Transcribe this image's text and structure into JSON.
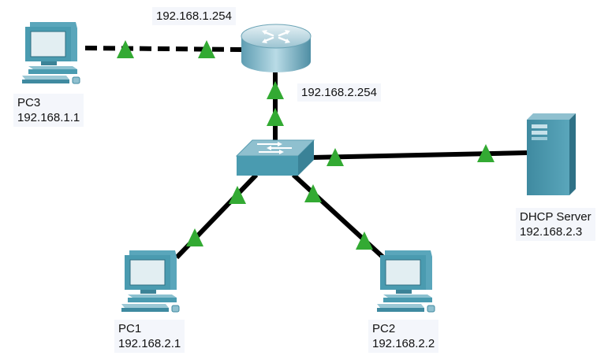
{
  "colors": {
    "link_line": "#000000",
    "link_up_indicator": "#33aa33",
    "device_teal": "#4a9bb0",
    "label_background": "#f4f6fb"
  },
  "devices": {
    "router": {
      "icon": "router-icon",
      "interface_ip_left": "192.168.1.254",
      "interface_ip_bottom": "192.168.2.254"
    },
    "switch": {
      "icon": "switch-icon"
    },
    "pc3": {
      "icon": "pc-icon",
      "name": "PC3",
      "ip": "192.168.1.1"
    },
    "pc1": {
      "icon": "pc-icon",
      "name": "PC1",
      "ip": "192.168.2.1"
    },
    "pc2": {
      "icon": "pc-icon",
      "name": "PC2",
      "ip": "192.168.2.2"
    },
    "server": {
      "icon": "server-icon",
      "name": "DHCP Server",
      "ip": "192.168.2.3"
    }
  },
  "links": [
    {
      "from": "pc3",
      "to": "router",
      "style": "dashed",
      "status": "up"
    },
    {
      "from": "router",
      "to": "switch",
      "style": "solid",
      "status": "up"
    },
    {
      "from": "switch",
      "to": "server",
      "style": "solid",
      "status": "up"
    },
    {
      "from": "switch",
      "to": "pc1",
      "style": "solid",
      "status": "up"
    },
    {
      "from": "switch",
      "to": "pc2",
      "style": "solid",
      "status": "up"
    }
  ]
}
